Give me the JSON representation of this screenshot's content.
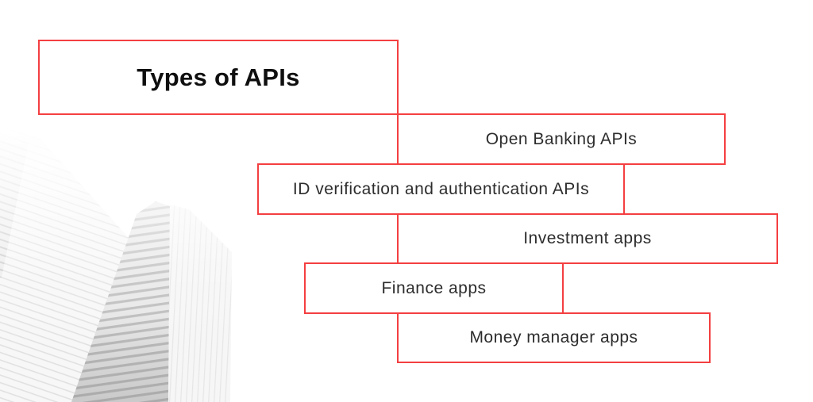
{
  "page": {
    "background_color": "#ffffff",
    "accent_color": "#f43f41",
    "title_text_color": "#0f0f0f",
    "label_text_color": "#2d2d2d"
  },
  "diagram": {
    "title": "Types of APIs",
    "nodes": [
      {
        "id": "open-banking-apis",
        "label": "Open Banking APIs"
      },
      {
        "id": "id-verification-apis",
        "label": "ID verification and authentication APIs"
      },
      {
        "id": "investment-apps",
        "label": "Investment apps"
      },
      {
        "id": "finance-apps",
        "label": "Finance apps"
      },
      {
        "id": "money-manager-apps",
        "label": "Money manager apps"
      }
    ]
  },
  "illustration": {
    "name": "skyscrapers-low-angle-grayscale-photo",
    "description": "faded grayscale skyscrapers viewed from below, bottom-left corner"
  }
}
